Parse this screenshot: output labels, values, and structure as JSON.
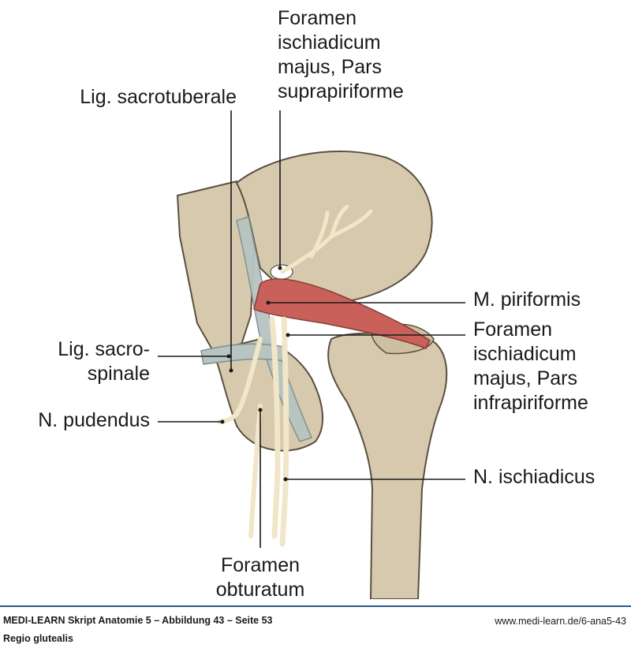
{
  "labels": {
    "foramen_suprapiriforme": "Foramen\nischiadicum\nmajus, Pars\nsuprapiriforme",
    "lig_sacrotuberale": "Lig. sacrotuberale",
    "m_piriformis": "M. piriformis",
    "foramen_infrapiriforme": "Foramen\nischiadicum\nmajus, Pars\ninfrapiriforme",
    "lig_sacrospinale": "Lig. sacro-\nspinale",
    "n_pudendus": "N. pudendus",
    "n_ischiadicus": "N. ischiadicus",
    "foramen_obturatum": "Foramen\nobturatum"
  },
  "footer": {
    "source": "MEDI-LEARN Skript Anatomie 5 – Abbildung 43 – Seite 53",
    "url": "www.medi-learn.de/6-ana5-43",
    "caption": "Regio glutealis"
  },
  "colors": {
    "bone": "#d6c9ad",
    "bone_outline": "#5a5040",
    "muscle": "#c9605a",
    "ligament": "#b7c4c2",
    "nerve": "#f2e6c8",
    "accent_rule": "#2a5a8a"
  }
}
